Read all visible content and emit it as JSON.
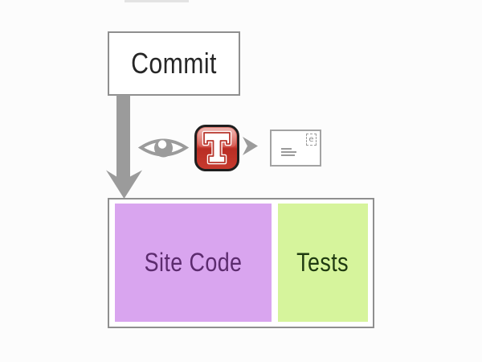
{
  "commit_box": {
    "label": "Commit"
  },
  "pipeline": {
    "ci_letter": "T",
    "stamp_letter": "e"
  },
  "repo_box": {
    "site_code_label": "Site Code",
    "tests_label": "Tests"
  },
  "icons": {
    "eye": "eye-icon",
    "ci_app": "ci-t-app-icon",
    "down_arrow": "down-arrow-icon",
    "right_arrow": "right-arrowhead-icon",
    "envelope": "email-envelope-icon",
    "stamp": "stamp-icon"
  },
  "colors": {
    "bg": "#fcfcfc",
    "box-border": "#8f8f8f",
    "arrow-gray": "#9b9b9b",
    "text-dark": "#262626",
    "site-code-fill": "#d9a5ef",
    "site-code-text": "#5c2b6e",
    "tests-fill": "#d6f49c",
    "tests-text": "#1f3a10",
    "ci-red-bottom": "#c63a2e",
    "ci-border": "#1f1f1f"
  }
}
